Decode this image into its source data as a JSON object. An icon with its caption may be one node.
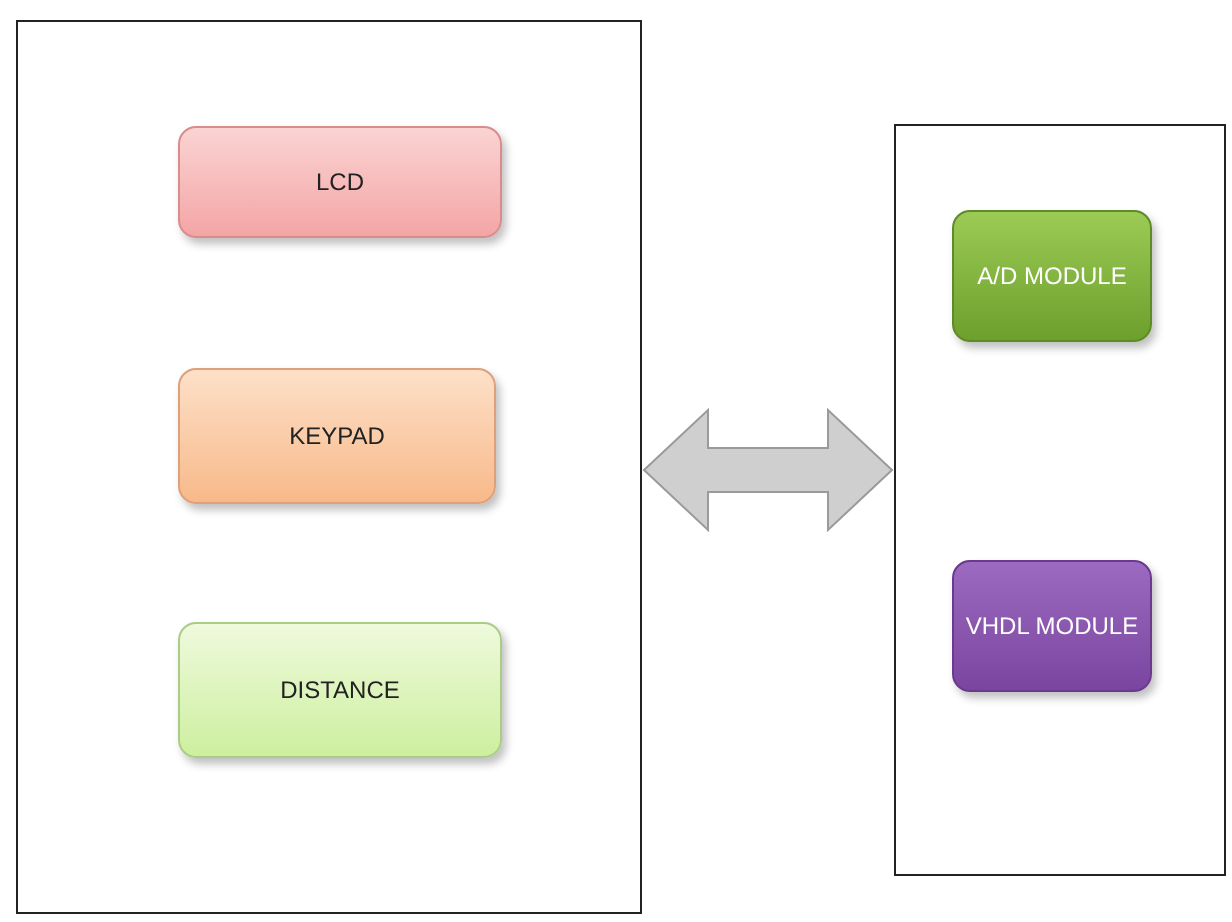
{
  "diagram": {
    "nodes": [
      {
        "text": [],
        "shape": "box"
      },
      {
        "text": [
          "LCD"
        ],
        "in": 0
      },
      {
        "text": [
          "KEYPAD"
        ],
        "in": 0
      },
      {
        "text": [
          "DISTANCE"
        ],
        "in": 0
      },
      {
        "text": [],
        "shape": "box"
      },
      {
        "text": [
          "A/D MODULE"
        ],
        "in": 4
      },
      {
        "text": [
          "VHDL MODULE"
        ],
        "in": 4
      }
    ],
    "edges": [
      {
        "from": 0,
        "to": 4,
        "arrow": "both",
        "style": "thick"
      }
    ]
  }
}
